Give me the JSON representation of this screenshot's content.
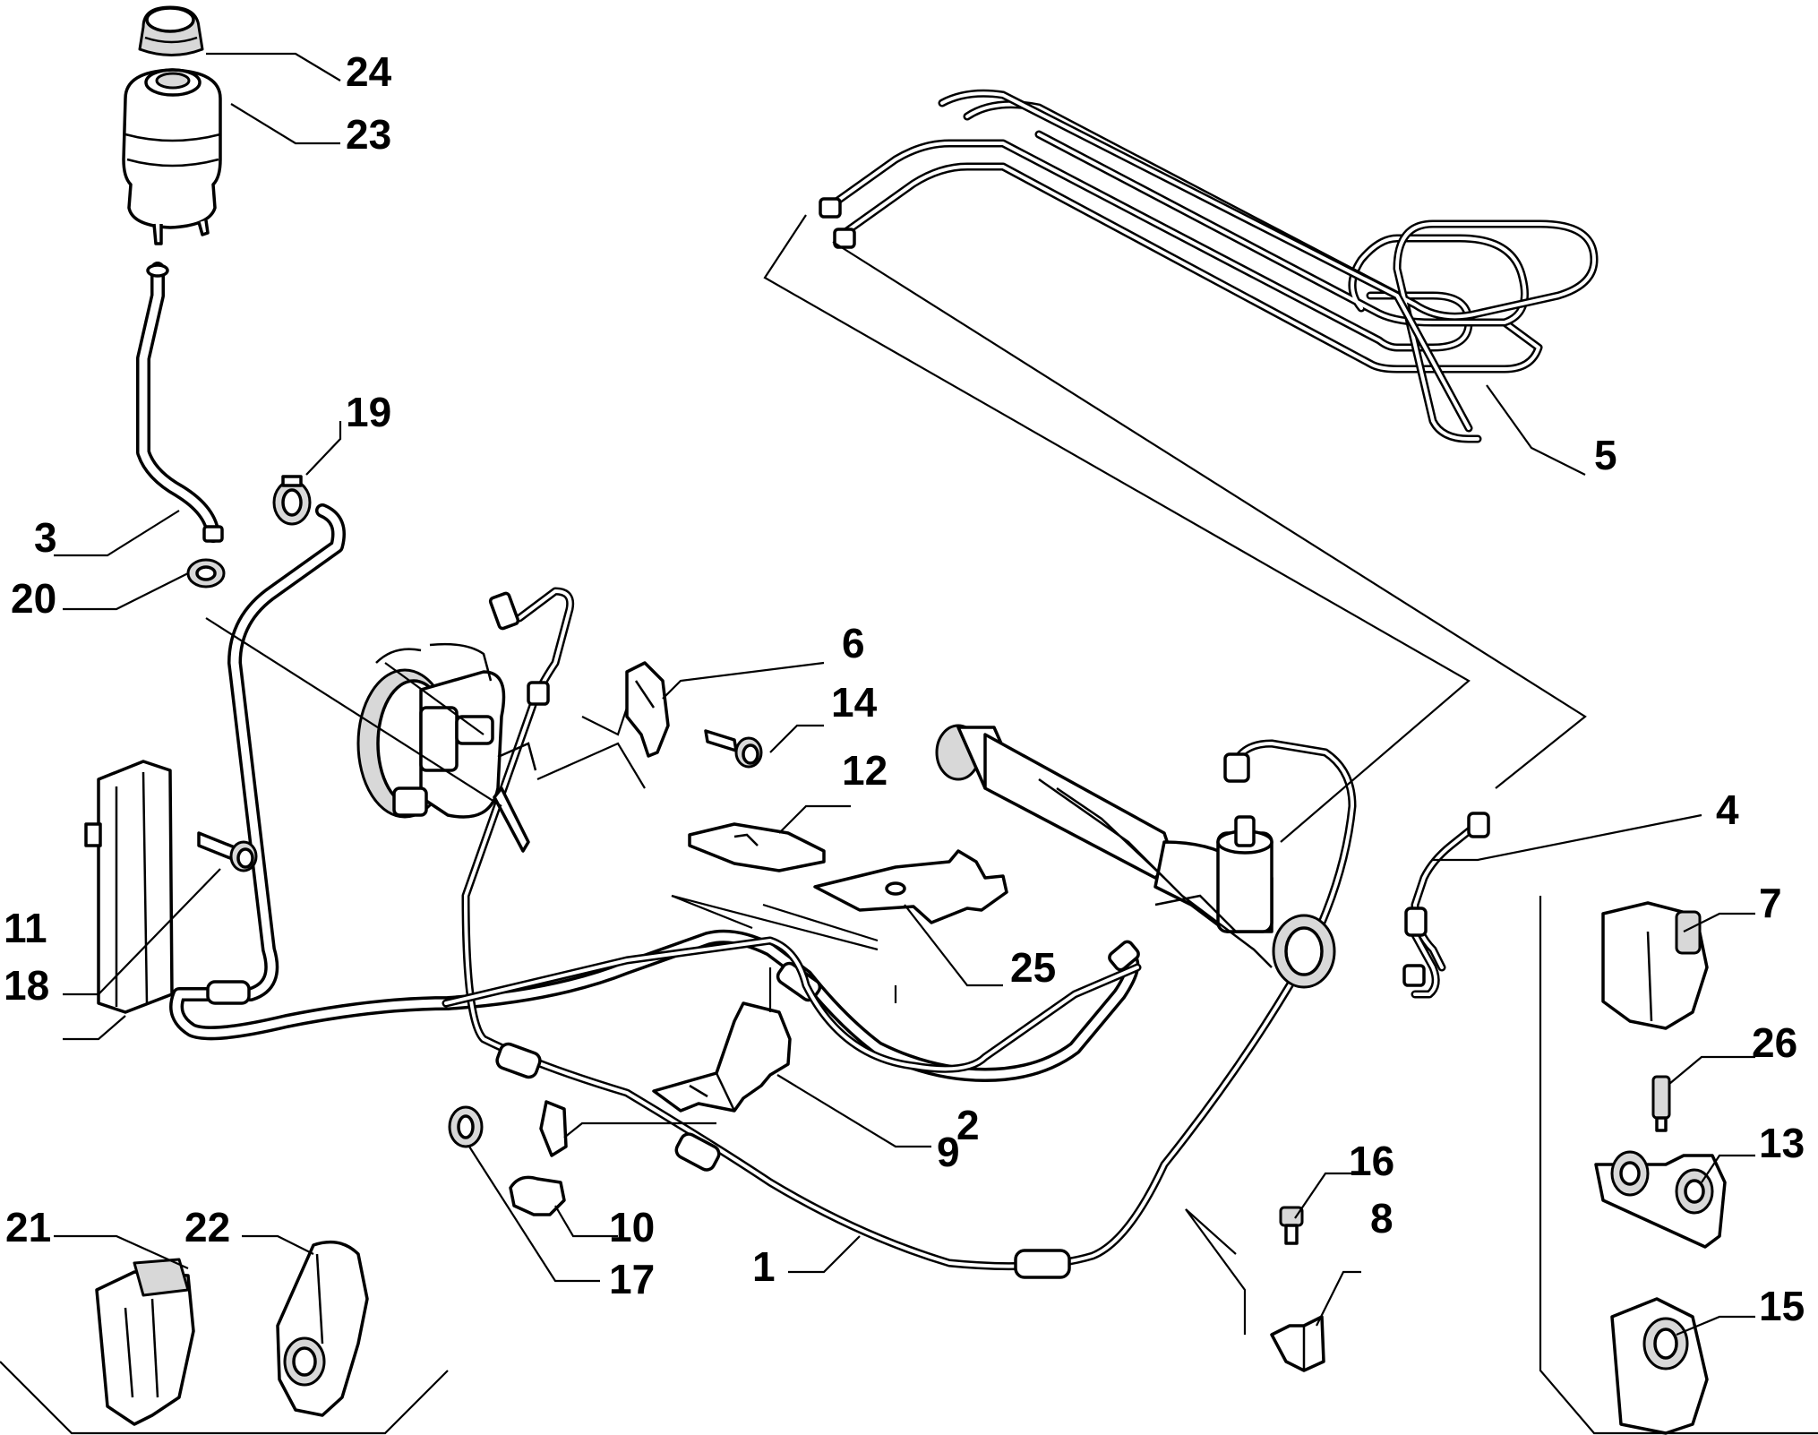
{
  "labels": {
    "1": "1",
    "2": "2",
    "3": "3",
    "4": "4",
    "5": "5",
    "6": "6",
    "7": "7",
    "8": "8",
    "9": "9",
    "10": "10",
    "11": "11",
    "12": "12",
    "13": "13",
    "14": "14",
    "15": "15",
    "16": "16",
    "17": "17",
    "18": "18",
    "19": "19",
    "20": "20",
    "21": "21",
    "22": "22",
    "23": "23",
    "24": "24",
    "25": "25",
    "26": "26"
  }
}
